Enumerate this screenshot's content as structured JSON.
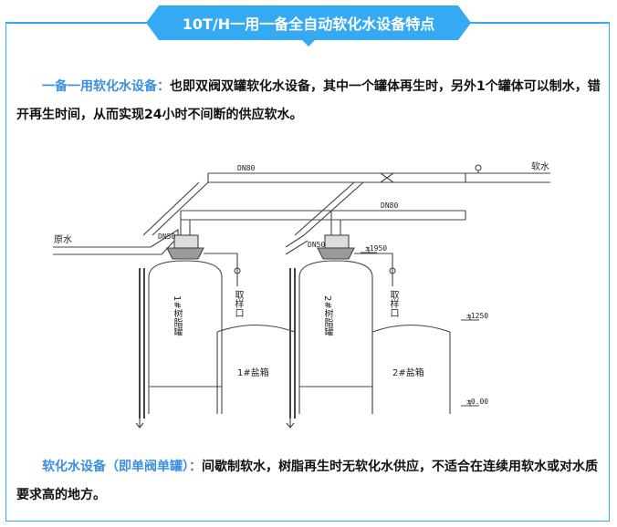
{
  "header": {
    "title": "10T/H一用一备全自动软化水设备特点"
  },
  "section1": {
    "lead": "一备一用软化水设备：",
    "text": "也即双阀双罐软化水设备，其中一个罐体再生时，另外1个罐体可以制水，错开再生时间，从而实现24小时不间断的供应软水。"
  },
  "diagram": {
    "pipe_top_label": "DN80",
    "pipe_mid_label": "DN80",
    "outlet_label": "软水",
    "inlet_label": "原水",
    "valve1_label": "DN50",
    "valve2_label": "DN50",
    "tank1_label": "1#树脂罐",
    "tank2_label": "2#树脂罐",
    "sample1_label": "取样口",
    "sample2_label": "取样口",
    "brine1_label": "1#盐箱",
    "brine2_label": "2#盐箱",
    "elev_1950": "±1950",
    "elev_1250": "±1250",
    "elev_000": "±0.00"
  },
  "section2": {
    "lead": "软化水设备（即单阀单罐）：",
    "text": "间歇制软水，树脂再生时无软化水供应，不适合在连续用软水或对水质要求高的地方。"
  },
  "colors": {
    "accent": "#35aaf3",
    "lead_text": "#3b8fde",
    "body_text": "#111111",
    "line": "#444444"
  }
}
